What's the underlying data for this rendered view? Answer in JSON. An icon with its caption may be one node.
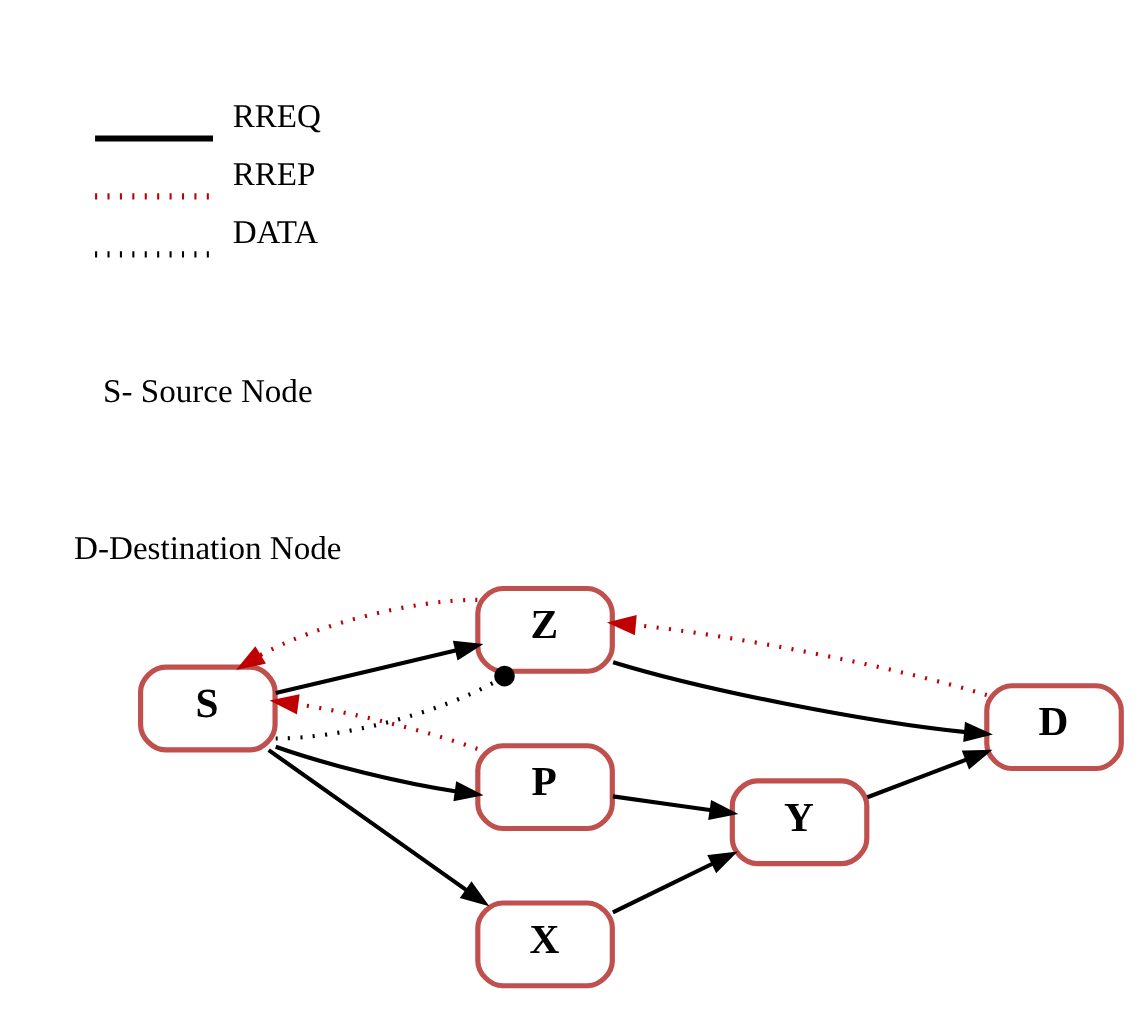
{
  "diagram": {
    "nodes": [
      {
        "text": [
          "Z"
        ]
      },
      {
        "text": [
          "D"
        ]
      },
      {
        "text": [
          "S"
        ]
      },
      {
        "text": [
          "P"
        ]
      },
      {
        "text": [
          "Y"
        ]
      },
      {
        "text": [
          "X"
        ]
      }
    ],
    "edges": [
      {
        "from": 2,
        "to": 0,
        "arrow": "other",
        "style": "dashed"
      },
      {
        "from": 2,
        "to": 0,
        "arrow": "to"
      },
      {
        "from": 0,
        "to": 2,
        "arrow": "to",
        "style": "dashed",
        "color": "#c00000"
      },
      {
        "from": 0,
        "to": 1,
        "arrow": "to"
      },
      {
        "from": 1,
        "to": 0,
        "arrow": "to",
        "style": "dashed",
        "color": "#c00000"
      },
      {
        "from": 3,
        "to": 2,
        "arrow": "to",
        "style": "dashed",
        "color": "#c00000"
      },
      {
        "from": 2,
        "to": 3,
        "arrow": "to"
      },
      {
        "from": 3,
        "to": 4,
        "arrow": "to"
      },
      {
        "from": 2,
        "to": 5,
        "arrow": "to"
      },
      {
        "from": 5,
        "to": 4,
        "arrow": "to"
      },
      {
        "from": 4,
        "to": 1,
        "arrow": "to"
      }
    ],
    "labels": [
      "S- Source Node",
      "D-Destination Node"
    ],
    "legend": [
      {
        "text": "RREQ"
      },
      {
        "text": "RREP"
      },
      {
        "text": "DATA"
      }
    ]
  }
}
